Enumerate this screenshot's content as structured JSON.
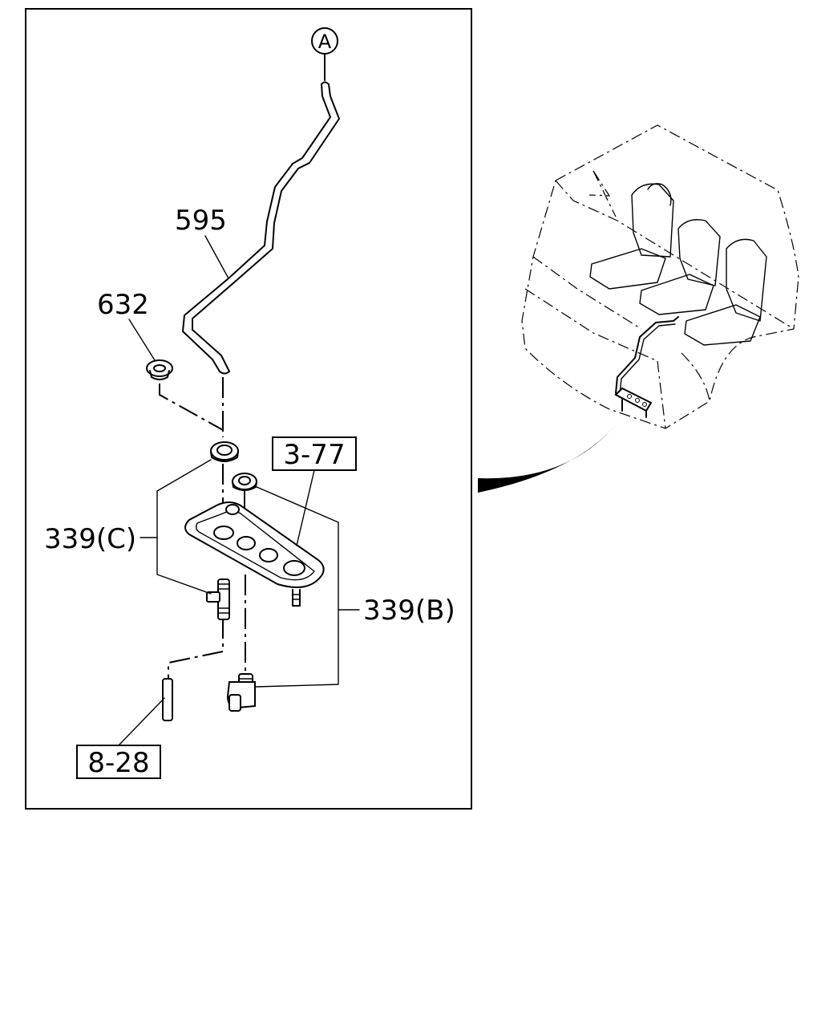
{
  "callouts": {
    "ref_a": "A",
    "part_595": "595",
    "part_632": "632",
    "ref_3_77": "3-77",
    "part_339c": "339(C)",
    "part_339b": "339(B)",
    "ref_8_28": "8-28"
  },
  "colors": {
    "line": "#000000",
    "background": "#ffffff"
  }
}
